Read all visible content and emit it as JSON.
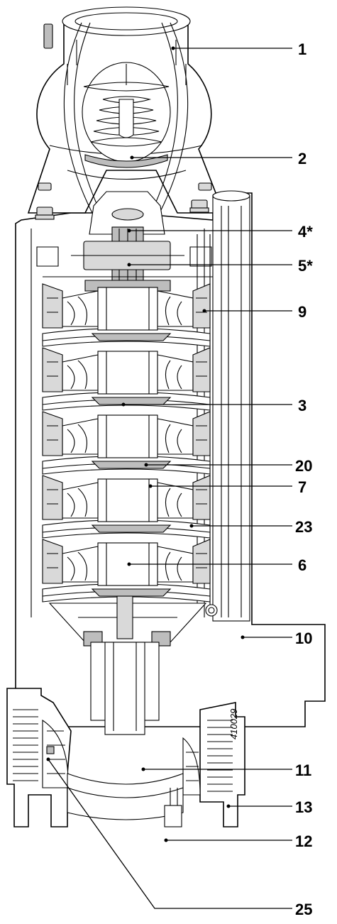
{
  "figure_code": "410029",
  "callouts": [
    {
      "id": "1",
      "label": "1"
    },
    {
      "id": "2",
      "label": "2"
    },
    {
      "id": "4",
      "label": "4*"
    },
    {
      "id": "5",
      "label": "5*"
    },
    {
      "id": "9",
      "label": "9"
    },
    {
      "id": "3",
      "label": "3"
    },
    {
      "id": "20",
      "label": "20"
    },
    {
      "id": "7",
      "label": "7"
    },
    {
      "id": "23",
      "label": "23"
    },
    {
      "id": "6",
      "label": "6"
    },
    {
      "id": "10",
      "label": "10"
    },
    {
      "id": "11",
      "label": "11"
    },
    {
      "id": "13",
      "label": "13"
    },
    {
      "id": "12",
      "label": "12"
    },
    {
      "id": "25",
      "label": "25"
    }
  ]
}
